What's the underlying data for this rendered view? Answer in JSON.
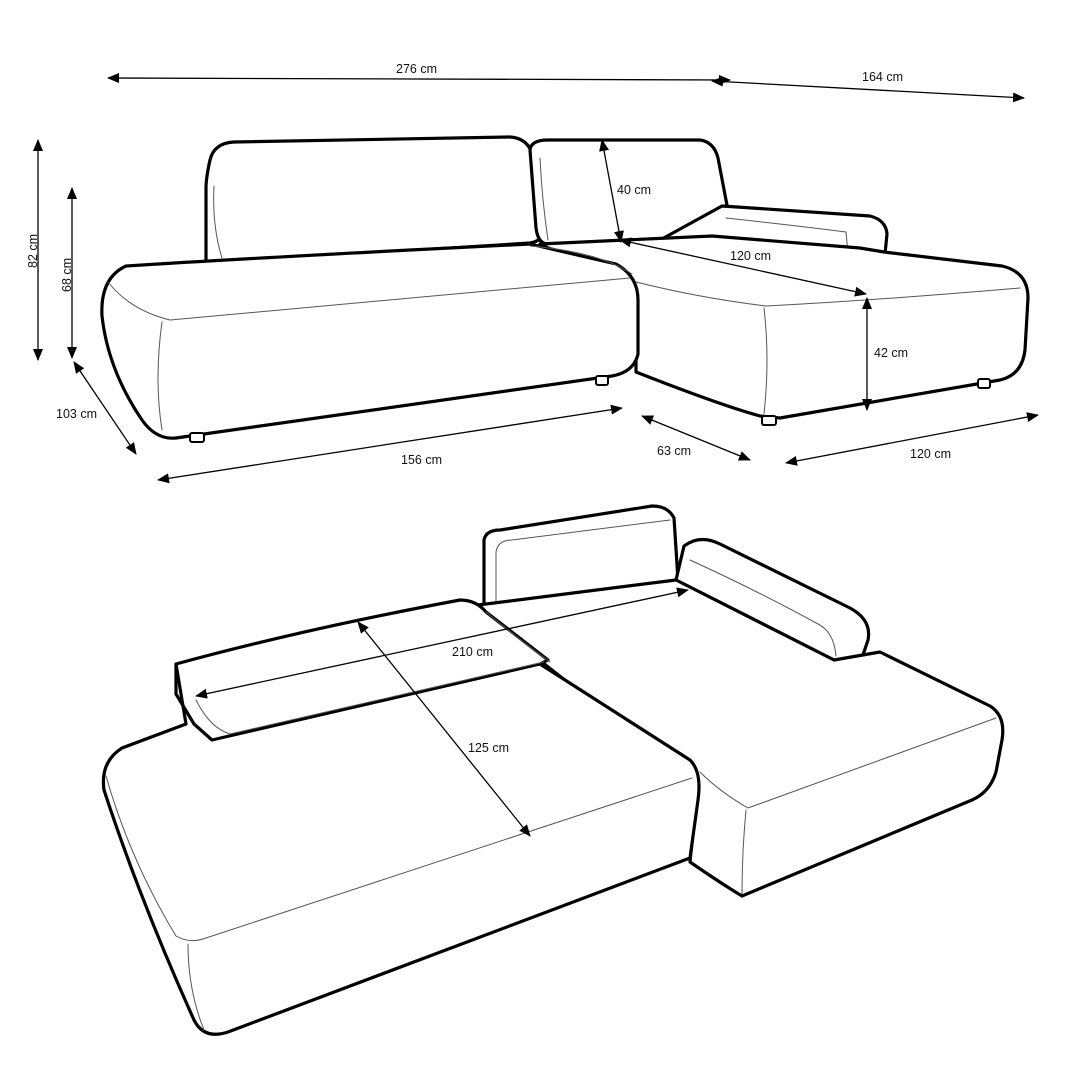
{
  "colors": {
    "line": "#000000",
    "background": "#ffffff"
  },
  "top_view": {
    "total_width": "276 cm",
    "chaise_width": "164 cm",
    "height_total": "82 cm",
    "height_back": "68 cm",
    "depth_total": "103 cm",
    "cushion_height": "40 cm",
    "chaise_depth": "120 cm",
    "seat_height": "42 cm",
    "sofa_width": "156 cm",
    "gap_width": "63 cm",
    "chaise_length": "120 cm"
  },
  "bed_view": {
    "bed_length": "210 cm",
    "bed_width": "125 cm"
  }
}
